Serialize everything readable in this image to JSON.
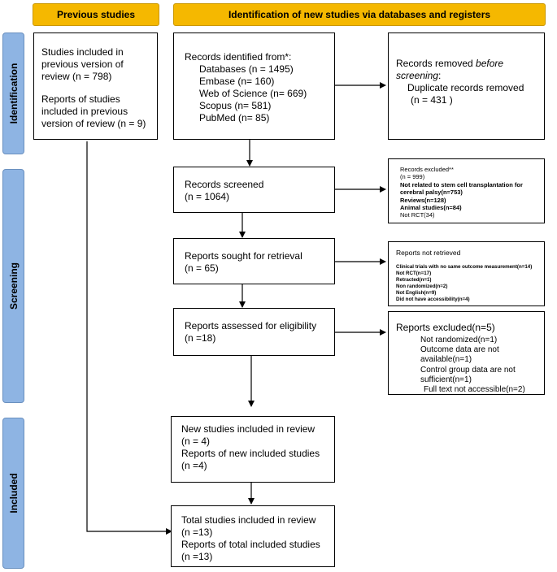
{
  "headers": {
    "previous": "Previous studies",
    "identification": "Identification of new studies via databases and registers"
  },
  "phases": {
    "identification": "Identification",
    "screening": "Screening",
    "included": "Included"
  },
  "previous_box": {
    "line1": "Studies included in previous version of review (n = 798)",
    "line2": "Reports of studies included in previous version of review (n = 9)"
  },
  "records_identified": {
    "title": "Records identified from*:",
    "items": [
      "Databases (n = 1495)",
      "Embase (n= 160)",
      "Web of Science (n= 669)",
      "Scopus (n= 581)",
      "PubMed (n= 85)"
    ]
  },
  "records_removed": {
    "title_a": "Records removed ",
    "title_em": "before screening",
    "title_b": ":",
    "line1": "Duplicate records removed",
    "line2": "(n = 431 )"
  },
  "records_screened": {
    "line1": "Records screened",
    "line2": "(n = 1064)"
  },
  "records_excluded": {
    "title": "Records excluded**",
    "items": [
      "(n = 999)",
      "Not related to stem cell transplantation for cerebral palsy(n=753)",
      "Reviews(n=128)",
      "Animal studies(n=84)",
      "Not RCT(34)"
    ]
  },
  "reports_sought": {
    "line1": "Reports sought for retrieval",
    "line2": "(n = 65)"
  },
  "reports_not_retrieved": {
    "title": "Reports not retrieved",
    "items": [
      "Clinical trials with no same outcome measurement(n=14)",
      "Not RCT(n=17)",
      "Retracted(n=1)",
      "Non randomized(n=2)",
      "Not English(n=9)",
      "Did not have accessibility(n=4)"
    ]
  },
  "reports_assessed": {
    "line1": "Reports assessed for eligibility",
    "line2": "(n =18)"
  },
  "reports_excluded": {
    "title": "Reports excluded(n=5)",
    "items": [
      "Not randomized(n=1)",
      "Outcome data are not available(n=1)",
      "Control group data are not sufficient(n=1)",
      "Full text not accessible(n=2)"
    ]
  },
  "new_studies": {
    "line1": "New studies included in review",
    "line2": "(n = 4)",
    "line3": "Reports of new included studies",
    "line4": "(n =4)"
  },
  "total_studies": {
    "line1": "Total studies included in review",
    "line2": "(n =13)",
    "line3": "Reports of total included studies",
    "line4": "(n =13)"
  }
}
